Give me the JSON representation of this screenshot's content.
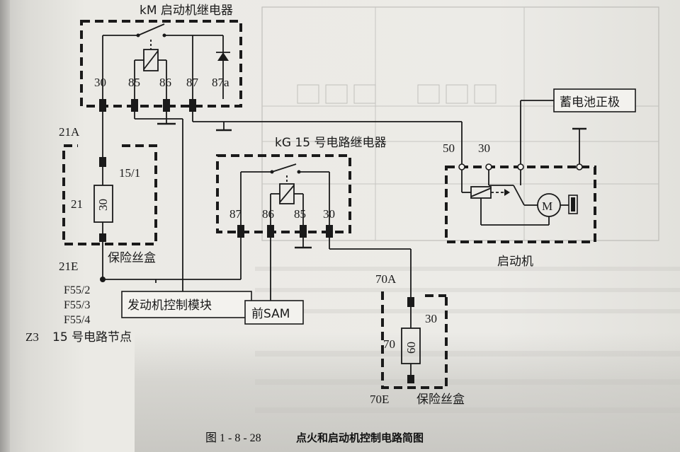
{
  "relay_km": {
    "title": "kM  启动机继电器",
    "pins": [
      "30",
      "85",
      "86",
      "87",
      "87a"
    ]
  },
  "relay_kg": {
    "title": "kG   15 号电路继电器",
    "pins": [
      "87",
      "86",
      "85",
      "30"
    ]
  },
  "fuse_21": {
    "top_label": "21A",
    "bottom_label": "21E",
    "pin_label": "15/1",
    "number": "21",
    "rating": "30",
    "box_label": "保险丝盒"
  },
  "fuse_70": {
    "top_label": "70A",
    "bottom_label": "70E",
    "pin_label": "30",
    "number": "70",
    "rating": "60",
    "box_label": "保险丝盒"
  },
  "starter": {
    "label": "启动机",
    "pins": [
      "50",
      "30"
    ],
    "motor_symbol": "M"
  },
  "battery_box": "蓄电池正极",
  "ecm_box": "发动机控制模块",
  "sam_box": "前SAM",
  "fuse_list": [
    "F55/2",
    "F55/3",
    "F55/4"
  ],
  "node": {
    "code": "Z3",
    "label": "15 号电路节点"
  },
  "figure_caption": {
    "number": "图 1 - 8 - 28",
    "title": "点火和启动机控制电路简图"
  }
}
